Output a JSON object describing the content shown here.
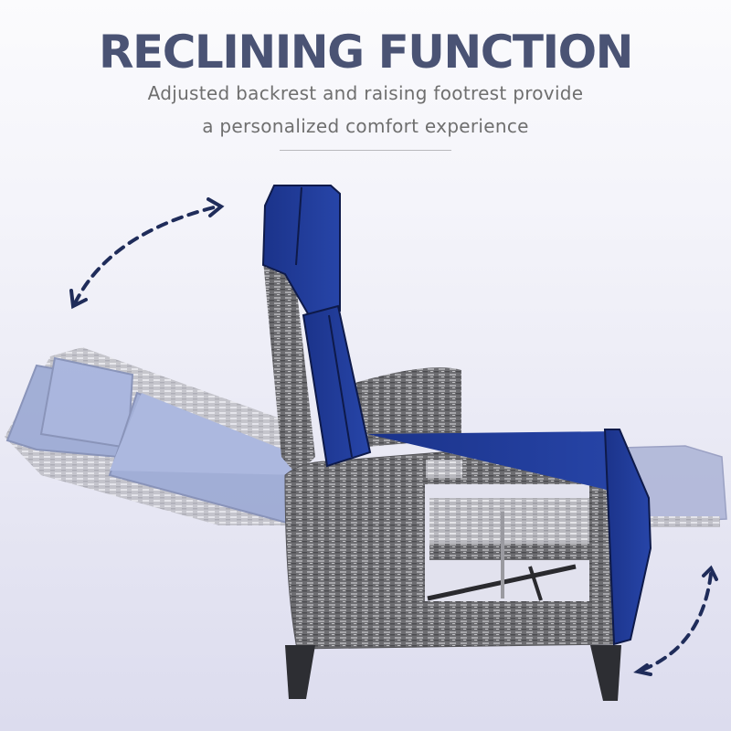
{
  "heading": {
    "title": "RECLINING FUNCTION",
    "subtitle_line1": "Adjusted backrest and raising footrest provide",
    "subtitle_line2": "a personalized comfort experience"
  },
  "colors": {
    "title": "#4a5374",
    "subtitle": "#6f6f6f",
    "cushion_blue": "#1f3a9a",
    "cushion_ghost": "#8c9ccc",
    "wicker_grey": "#7a7a7e",
    "arrow": "#1f2c5a"
  },
  "illustration": {
    "subject": "grey wicker recliner chair with navy cushions",
    "arrows": [
      "backrest-recline-arrow",
      "footrest-raise-arrow"
    ]
  }
}
